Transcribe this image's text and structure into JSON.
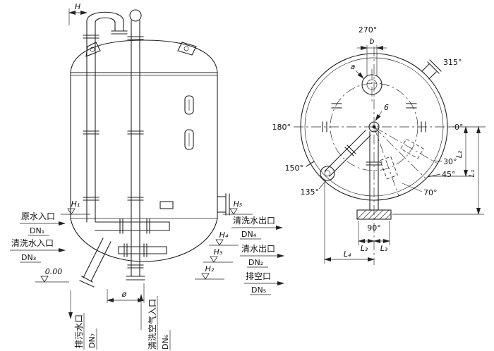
{
  "front_view": {
    "dims": {
      "H": "H",
      "H1": "H₁",
      "H2": "H₂",
      "H3": "H₃",
      "H4": "H₄",
      "H5": "H₅",
      "datum": "0.00",
      "diameter": "ø"
    },
    "nozzles": {
      "raw_water_inlet": {
        "label": "原水入口",
        "dn": "DN₁"
      },
      "wash_water_inlet": {
        "label": "清洗水入口",
        "dn": "DN₃"
      },
      "wash_water_outlet": {
        "label": "清洗水出口",
        "dn": "DN₄"
      },
      "clean_water_outlet": {
        "label": "清水出口",
        "dn": "DN₂"
      },
      "drain_port": {
        "label": "排空口",
        "dn": "DN₅"
      },
      "blowdown_outlet": {
        "label": "排污水口",
        "dn": "DN₇"
      },
      "wash_air_inlet": {
        "label": "清洗空气入口",
        "dn": "DN₆"
      }
    }
  },
  "plan_view": {
    "angles": {
      "deg0": "0°",
      "deg30": "30°",
      "deg45": "45°",
      "deg70": "70°",
      "deg90": "90°",
      "deg135": "135°",
      "deg150": "150°",
      "deg180": "180°",
      "deg270": "270°",
      "deg315": "315°"
    },
    "dims": {
      "a": "a",
      "b": "b",
      "L1": "L₁",
      "L2": "L₂",
      "L3": "L₃",
      "L4": "L₄",
      "center_offset": "6"
    }
  }
}
